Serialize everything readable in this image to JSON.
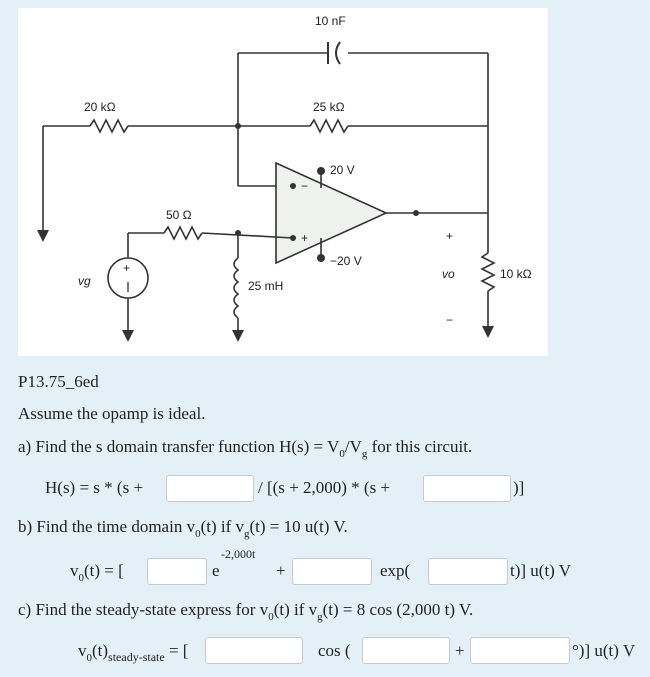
{
  "circuit": {
    "capacitor": "10 nF",
    "r_left": "20 kΩ",
    "r_feedback": "25 kΩ",
    "r_input": "50 Ω",
    "supply_pos": "20 V",
    "supply_neg": "−20 V",
    "inductor": "25 mH",
    "r_load": "10 kΩ",
    "source_label": "vg",
    "output_label": "vo",
    "minus_sign": "−",
    "plus_sign": "+"
  },
  "problem": {
    "id": "P13.75_6ed",
    "assumption": "Assume the opamp is ideal.",
    "part_a": {
      "prefix": "a)  Find the s domain transfer function H(s) = V",
      "sub0": "0",
      "slash": "/V",
      "subg": "g",
      "suffix": " for this circuit.",
      "eq_left": "H(s) = s * (s +",
      "eq_mid": "/ [(s + 2,000) * (s +",
      "eq_right": ")]"
    },
    "part_b": {
      "prefix": "b)  Find the time domain v",
      "sub0": "0",
      "mid": "(t) if v",
      "subg": "g",
      "suffix": "(t) = 10 u(t) V.",
      "eq_v": "v",
      "eq_sub0": "0",
      "eq_eq": "(t) = [",
      "e": "e",
      "exponent": "-2,000t",
      "plus": "+",
      "exp": "exp(",
      "tail": "t)] u(t) V"
    },
    "part_c": {
      "prefix": "c)  Find the steady-state express for  v",
      "sub0": "0",
      "mid": "(t) if v",
      "subg": "g",
      "suffix": "(t) = 8 cos (2,000 t) V.",
      "eq_v": "v",
      "eq_sub0": "0",
      "eq_t": "(t)",
      "eq_sub_ss": "steady-state",
      "eq_eq": " = [",
      "cos": "cos (",
      "plus": "+",
      "tail": "°)] u(t) V"
    }
  }
}
